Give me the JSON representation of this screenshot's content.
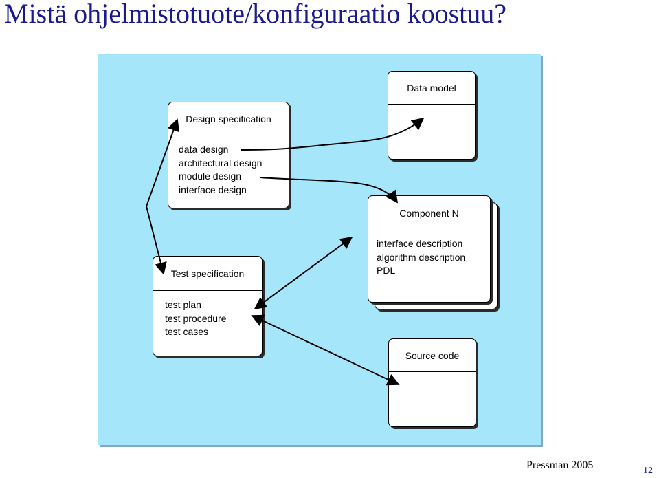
{
  "title": "Mistä ohjelmistotuote/konfiguraatio koostuu?",
  "boxes": {
    "data_model": {
      "header": "Data model"
    },
    "design_spec": {
      "header": "Design specification",
      "items": [
        "data design",
        "architectural design",
        "module design",
        "interface design"
      ]
    },
    "component": {
      "header": "Component N",
      "items": [
        "interface description",
        "algorithm description",
        "PDL"
      ]
    },
    "test_spec": {
      "header": "Test specification",
      "items": [
        "test plan",
        "test procedure",
        "test cases"
      ]
    },
    "source_code": {
      "header": "Source code"
    }
  },
  "footer": {
    "reference": "Pressman 2005",
    "page_number": "12"
  },
  "colors": {
    "title": "#1a1a8c",
    "panel": "#a6e6fb",
    "box": "#ffffff",
    "shadow": "#2b2b2b"
  }
}
